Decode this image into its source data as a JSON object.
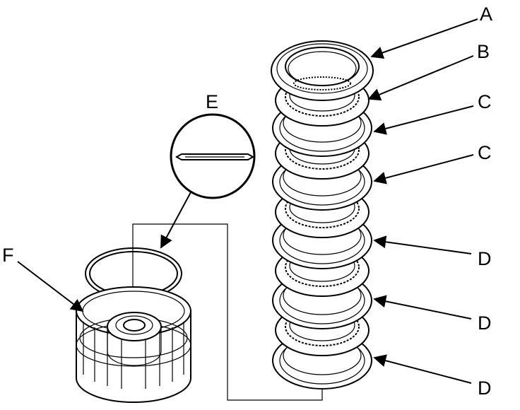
{
  "callouts": {
    "a": "A",
    "b": "B",
    "c1": "C",
    "c2": "C",
    "d1": "D",
    "d2": "D",
    "d3": "D",
    "e": "E",
    "f": "F"
  },
  "colors": {
    "ink": "#000000",
    "paper": "#ffffff"
  }
}
